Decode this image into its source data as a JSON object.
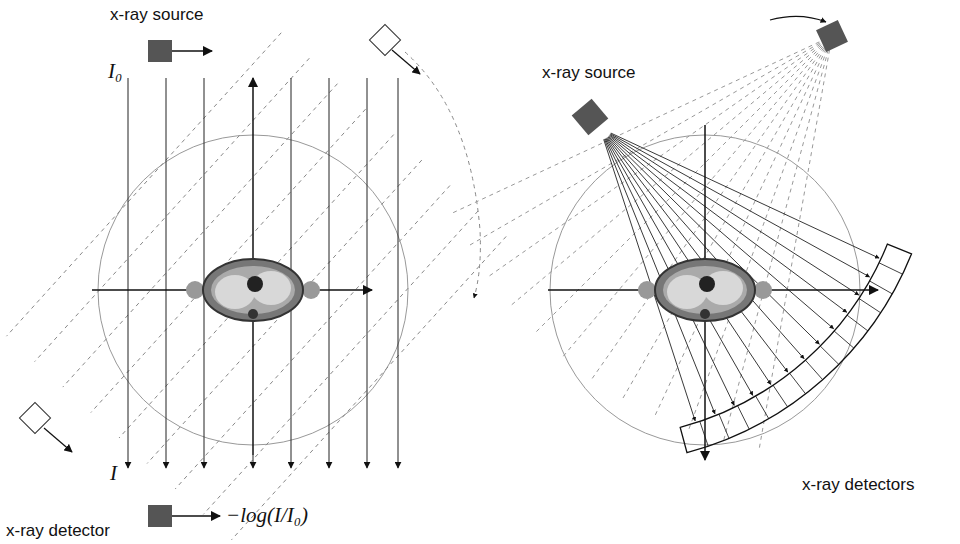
{
  "diagram": {
    "labels": [
      "x-ray source",
      "I₀",
      "I",
      "−log(I/I₀)",
      "x-ray detector",
      "x-ray source",
      "x-ray detectors"
    ]
  }
}
